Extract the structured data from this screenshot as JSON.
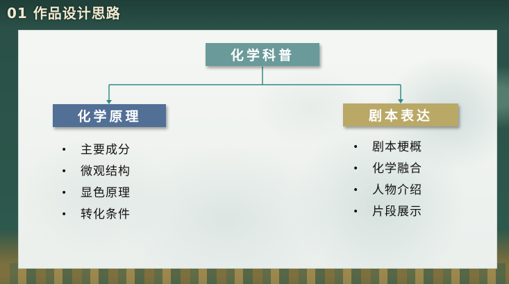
{
  "slide": {
    "title": "01 作品设计思路"
  },
  "diagram": {
    "root": "化学科普",
    "left": {
      "heading": "化学原理",
      "items": [
        "主要成分",
        "微观结构",
        "显色原理",
        "转化条件"
      ]
    },
    "right": {
      "heading": "剧本表达",
      "items": [
        "剧本梗概",
        "化学融合",
        "人物介绍",
        "片段展示"
      ]
    }
  },
  "colors": {
    "root_box": "#6a9a9a",
    "left_box": "#526f96",
    "right_box": "#b9a866",
    "connector": "#2f8a86"
  }
}
